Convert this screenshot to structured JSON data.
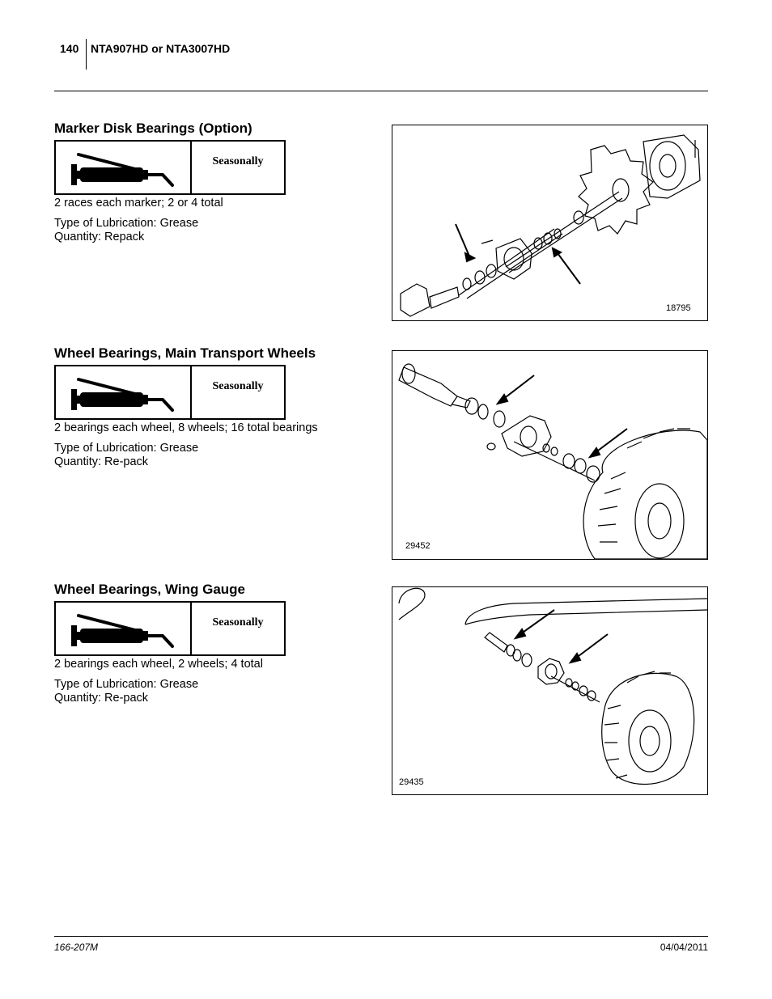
{
  "header": {
    "page_number": "140",
    "title": "NTA907HD or NTA3007HD"
  },
  "footer": {
    "doc_number": "166-207M",
    "date": "04/04/2011"
  },
  "sections": [
    {
      "title": "Marker Disk Bearings (Option)",
      "frequency": "Seasonally",
      "note": "2 races each marker; 2 or 4 total",
      "lubrication": "Type of Lubrication: Grease",
      "quantity": "Quantity: Repack",
      "figure_number": "18795"
    },
    {
      "title": "Wheel Bearings, Main Transport Wheels",
      "frequency": "Seasonally",
      "note": "2 bearings each wheel, 8 wheels; 16 total bearings",
      "lubrication": "Type of Lubrication: Grease",
      "quantity": "Quantity: Re-pack",
      "figure_number": "29452"
    },
    {
      "title": "Wheel Bearings, Wing Gauge",
      "frequency": "Seasonally",
      "note": "2 bearings each wheel, 2 wheels; 4 total",
      "lubrication": "Type of Lubrication: Grease",
      "quantity": "Quantity: Re-pack",
      "figure_number": "29435"
    }
  ],
  "icons": {
    "lube": "grease-gun-icon"
  }
}
